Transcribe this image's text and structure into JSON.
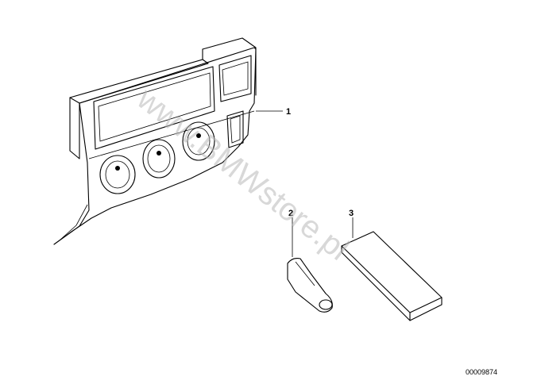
{
  "watermark": "www.BMWstore.pl",
  "parts": [
    {
      "label": "1"
    },
    {
      "label": "2"
    },
    {
      "label": "3"
    }
  ],
  "document_number": "00009874"
}
